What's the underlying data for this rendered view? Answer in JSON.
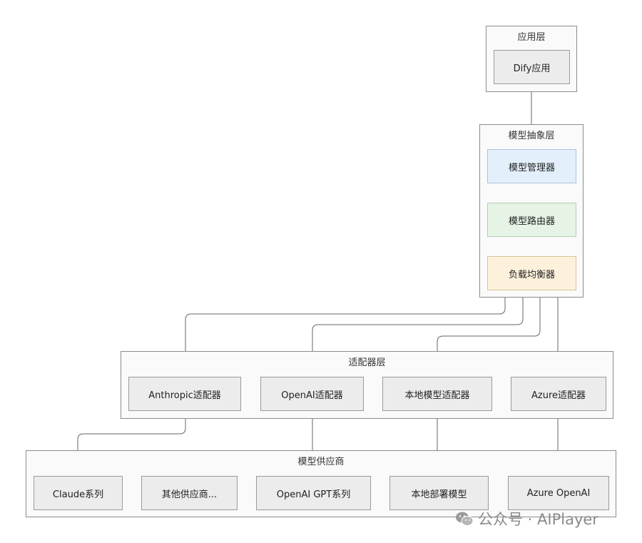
{
  "layers": {
    "app": {
      "title": "应用层",
      "nodes": {
        "dify": "Dify应用"
      }
    },
    "abstraction": {
      "title": "模型抽象层",
      "nodes": {
        "manager": "模型管理器",
        "router": "模型路由器",
        "balancer": "负载均衡器"
      }
    },
    "adapter": {
      "title": "适配器层",
      "nodes": {
        "anthropic": "Anthropic适配器",
        "openai": "OpenAI适配器",
        "local": "本地模型适配器",
        "azure": "Azure适配器"
      }
    },
    "provider": {
      "title": "模型供应商",
      "nodes": {
        "claude": "Claude系列",
        "other": "其他供应商...",
        "gpt": "OpenAI GPT系列",
        "local": "本地部署模型",
        "azure": "Azure OpenAI"
      }
    }
  },
  "watermark": {
    "text": "公众号 · AIPlayer",
    "icon": "wechat-icon"
  },
  "colors": {
    "manager_fill": "#e3f0fc",
    "router_fill": "#e6f4e6",
    "balancer_fill": "#fdf1dc",
    "default_fill": "#ececec",
    "edge": "#666666"
  }
}
